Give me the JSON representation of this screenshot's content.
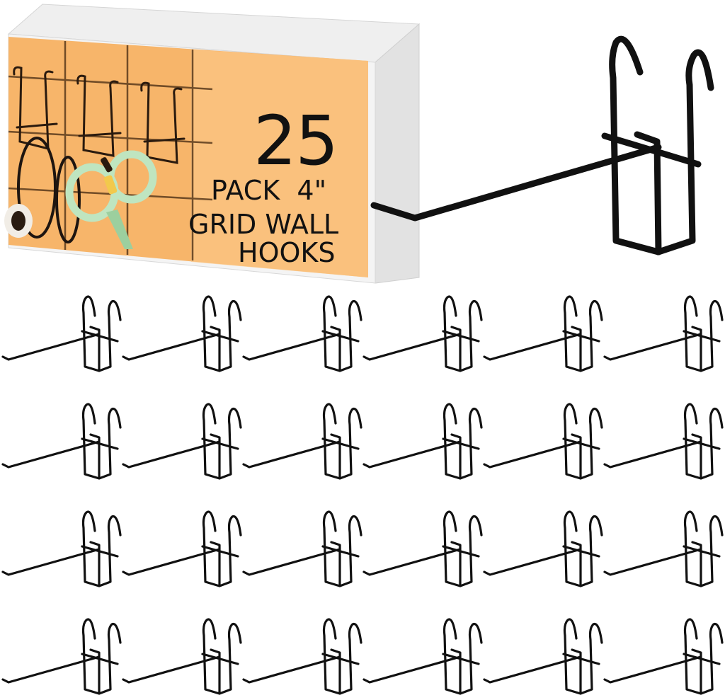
{
  "product": {
    "count": "25",
    "line1": "PACK  4\"",
    "line2": "GRID WALL",
    "line3": "HOOKS"
  },
  "colors": {
    "hook": "#111111",
    "box_panel": "#f7b56a",
    "box_panel_light": "#fbc98a",
    "box_white": "#ececec",
    "box_side": "#d9d9d9",
    "scissors": "#bfe5c0",
    "scissors_dark": "#9ccf9e",
    "scissors_clip": "#f2c94c"
  },
  "icons": {
    "hook": "grid-wall-hook-icon",
    "scissors": "scissors-icon",
    "mug": "mug-icon"
  },
  "grid": {
    "rows": 4,
    "cols": 6,
    "small_hook_count": 24
  }
}
